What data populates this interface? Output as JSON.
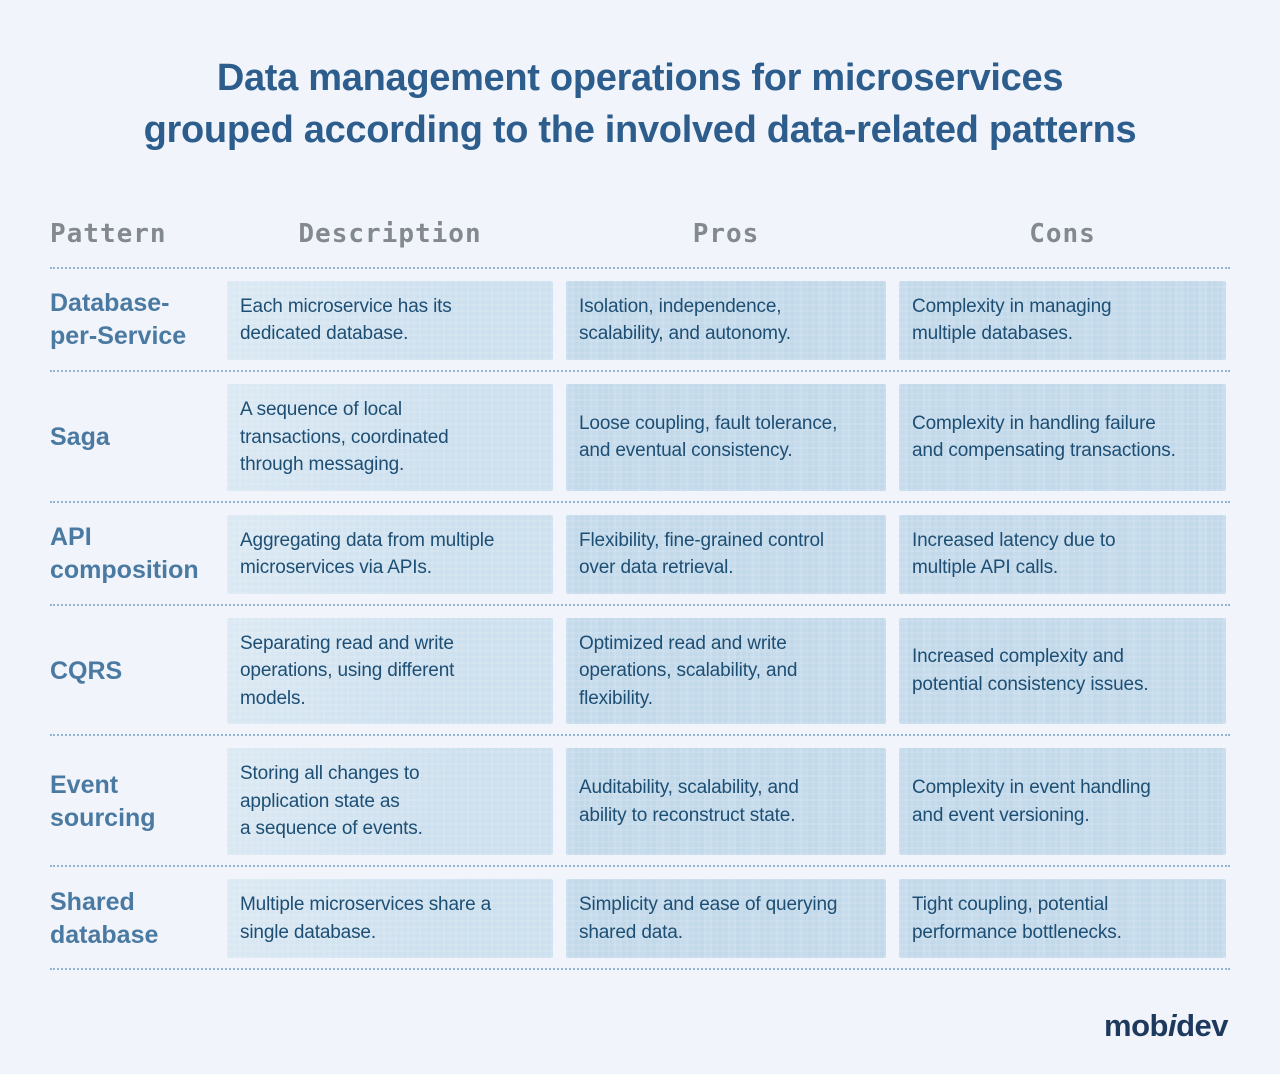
{
  "title": "Data management operations for microservices\ngrouped according to the involved data-related patterns",
  "chart_data": {
    "type": "table",
    "title": "Data management operations for microservices grouped according to the involved data-related patterns",
    "columns": [
      "Pattern",
      "Description",
      "Pros",
      "Cons"
    ],
    "rows": [
      [
        "Database-per-Service",
        "Each microservice has its dedicated database.",
        "Isolation, independence, scalability, and autonomy.",
        "Complexity in managing multiple databases."
      ],
      [
        "Saga",
        "A sequence of local transactions, coordinated through messaging.",
        "Loose coupling, fault tolerance, and eventual consistency.",
        "Complexity in handling failure and compensating transactions."
      ],
      [
        "API composition",
        "Aggregating data from multiple microservices via APIs.",
        "Flexibility, fine-grained control over data retrieval.",
        "Increased latency due to multiple API calls."
      ],
      [
        "CQRS",
        "Separating read and write operations, using different models.",
        "Optimized read and write operations, scalability, and flexibility.",
        "Increased complexity and potential consistency issues."
      ],
      [
        "Event sourcing",
        "Storing all changes to application state as a sequence of events.",
        "Auditability, scalability, and ability to reconstruct state.",
        "Complexity in event handling and event versioning."
      ],
      [
        "Shared database",
        "Multiple microservices share a single database.",
        "Simplicity and ease of querying shared data.",
        "Tight coupling, potential performance bottlenecks."
      ]
    ]
  },
  "table": {
    "headers": {
      "pattern": "Pattern",
      "description": "Description",
      "pros": "Pros",
      "cons": "Cons"
    },
    "rows": [
      {
        "pattern": "Database-\nper-Service",
        "description": "Each microservice has its\ndedicated database.",
        "pros": "Isolation, independence,\nscalability, and autonomy.",
        "cons": "Complexity in managing\nmultiple databases."
      },
      {
        "pattern": "Saga",
        "description": "A sequence of local\ntransactions, coordinated\nthrough messaging.",
        "pros": "Loose coupling, fault tolerance,\nand eventual consistency.",
        "cons": "Complexity in handling failure\nand compensating transactions."
      },
      {
        "pattern": "API\ncomposition",
        "description": "Aggregating data from multiple\nmicroservices via APIs.",
        "pros": "Flexibility, fine-grained control\nover data retrieval.",
        "cons": "Increased latency due to\nmultiple API calls."
      },
      {
        "pattern": "CQRS",
        "description": "Separating read and write\noperations, using different\nmodels.",
        "pros": "Optimized read and write\noperations, scalability, and\nflexibility.",
        "cons": "Increased complexity and\npotential consistency issues."
      },
      {
        "pattern": "Event\nsourcing",
        "description": "Storing all changes to\napplication state as\na sequence of events.",
        "pros": "Auditability, scalability, and\nability to reconstruct state.",
        "cons": "Complexity in event handling\nand event versioning."
      },
      {
        "pattern": "Shared\ndatabase",
        "description": "Multiple microservices share a\nsingle database.",
        "pros": "Simplicity and ease of querying\nshared data.",
        "cons": "Tight coupling, potential\nperformance bottlenecks."
      }
    ]
  },
  "footer": {
    "logo": {
      "prefix": "mob",
      "i": "i",
      "suffix": "dev"
    }
  },
  "colors": {
    "page_bg": "#f1f4fb",
    "title_text": "#2c5d8c",
    "header_text": "#82898f",
    "pattern_text": "#4a7aa2",
    "cell_text": "#1d4e73",
    "cell_bg_description": "#cde0ef",
    "cell_bg_pros_cons": "#c2d9ea",
    "divider_dotted": "#8fb4d4",
    "logo_text": "#1d3a5e"
  }
}
